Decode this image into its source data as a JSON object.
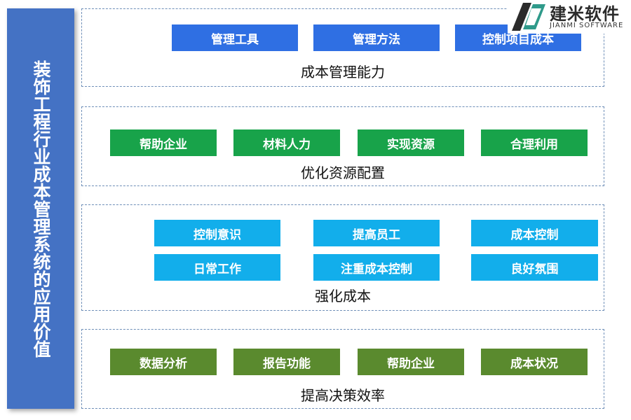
{
  "sidebar_title": "装饰工程行业成本管理系统的应用价值",
  "logo": {
    "name": "建米软件",
    "sub": "JIANMI SOFTWARE"
  },
  "sections": [
    {
      "caption": "成本管理能力",
      "items": [
        "管理工具",
        "管理方法",
        "控制项目成本"
      ]
    },
    {
      "caption": "优化资源配置",
      "items": [
        "帮助企业",
        "材料人力",
        "实现资源",
        "合理利用"
      ]
    },
    {
      "caption": "强化成本",
      "items": [
        "控制意识",
        "提高员工",
        "成本控制",
        "日常工作",
        "注重成本控制",
        "良好氛围"
      ]
    },
    {
      "caption": "提高决策效率",
      "items": [
        "数据分析",
        "报告功能",
        "帮助企业",
        "成本状况"
      ]
    }
  ],
  "colors": {
    "sidebar": "#4472c4",
    "section1": "#2f6fe3",
    "section2": "#18a34a",
    "section3": "#12aeeb",
    "section4": "#5a8a2e"
  }
}
